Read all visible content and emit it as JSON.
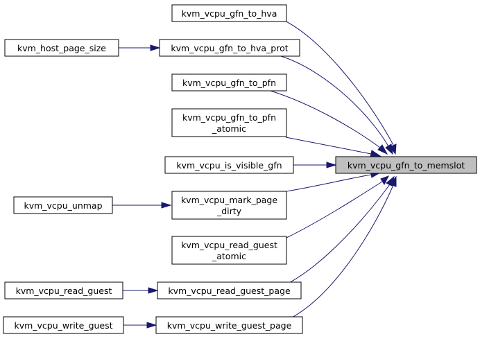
{
  "graph": {
    "target": {
      "label": "kvm_vcpu_gfn_to_memslot"
    },
    "callers": [
      {
        "lines": [
          "kvm_vcpu_gfn_to_hva"
        ]
      },
      {
        "lines": [
          "kvm_vcpu_gfn_to_hva_prot"
        ]
      },
      {
        "lines": [
          "kvm_vcpu_gfn_to_pfn"
        ]
      },
      {
        "lines": [
          "kvm_vcpu_gfn_to_pfn",
          "_atomic"
        ]
      },
      {
        "lines": [
          "kvm_vcpu_is_visible_gfn"
        ]
      },
      {
        "lines": [
          "kvm_vcpu_mark_page",
          "_dirty"
        ]
      },
      {
        "lines": [
          "kvm_vcpu_read_guest",
          "_atomic"
        ]
      },
      {
        "lines": [
          "kvm_vcpu_read_guest_page"
        ]
      },
      {
        "lines": [
          "kvm_vcpu_write_guest_page"
        ]
      }
    ],
    "second_level": [
      {
        "label": "kvm_host_page_size"
      },
      {
        "label": "kvm_vcpu_unmap"
      },
      {
        "label": "kvm_vcpu_read_guest"
      },
      {
        "label": "kvm_vcpu_write_guest"
      }
    ]
  }
}
